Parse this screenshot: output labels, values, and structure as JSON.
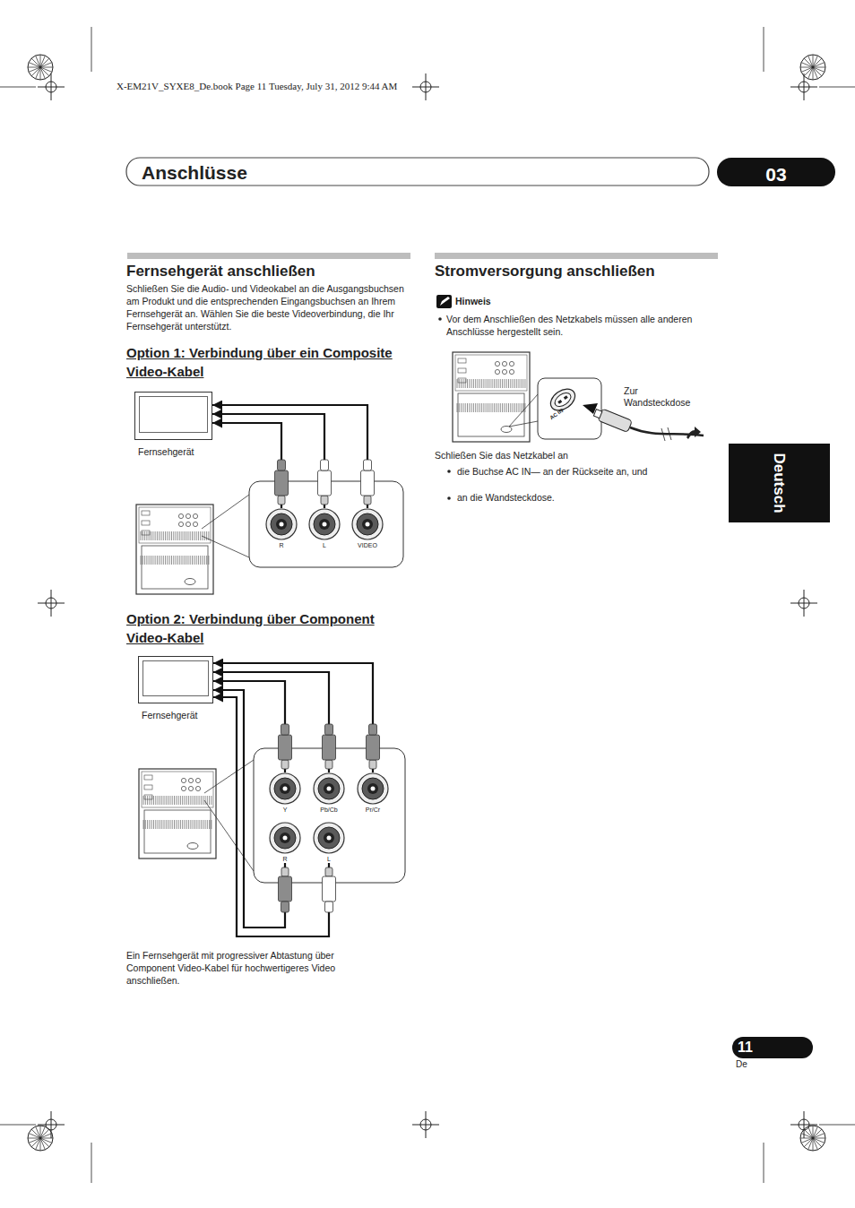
{
  "diagram": {
    "title": "Anschlüsse",
    "nodes": [
      {
        "text": [
          "Fernsehgerät"
        ]
      },
      {
        "text": [
          "R"
        ]
      },
      {
        "text": [
          "L"
        ]
      },
      {
        "text": [
          "VIDEO"
        ]
      },
      {
        "text": [
          "Fernsehgerät"
        ]
      },
      {
        "text": [
          "Y"
        ]
      },
      {
        "text": [
          "Pb/Cb"
        ]
      },
      {
        "text": [
          "Pr/Cr"
        ]
      },
      {
        "text": [
          "R"
        ]
      },
      {
        "text": [
          "L"
        ]
      }
    ],
    "edges": [
      {
        "from": 1,
        "to": 0,
        "arrow": "to"
      },
      {
        "from": 2,
        "to": 0,
        "arrow": "to"
      },
      {
        "from": 3,
        "to": 0,
        "arrow": "to"
      },
      {
        "from": 5,
        "to": 4,
        "arrow": "to"
      },
      {
        "from": 6,
        "to": 4,
        "arrow": "to"
      },
      {
        "from": 7,
        "to": 4,
        "arrow": "to"
      },
      {
        "from": 8,
        "to": 4,
        "arrow": "to"
      },
      {
        "from": 9,
        "to": 4,
        "arrow": "to"
      }
    ],
    "labels": [
      "X-EM21V_SYXE8_De.book Page 11 Tuesday, July 31, 2012 9:44 AM",
      "03",
      "Deutsch",
      "Fernsehgerät anschließen",
      "Schließen Sie die Audio- und Videokabel an die Ausgangsbuchsen am Produkt und die entsprechenden Eingangsbuchsen an Ihrem Fernsehgerät an. Wählen Sie die beste Videoverbindung, die Ihr Fernsehgerät unterstützt.",
      "Option 1: Verbindung über ein Composite Video-Kabel",
      "Option 2: Verbindung über Component Video-Kabel",
      "Ein Fernsehgerät mit progressiver Abtastung über Component Video-Kabel für hochwertigeres Video anschließen.",
      "Stromversorgung anschließen",
      "Hinweis",
      "Vor dem Anschließen des Netzkabels müssen alle anderen Anschlüsse hergestellt sein.",
      "AC IN",
      "Zur Wandsteckdose",
      "Schließen Sie das Netzkabel an",
      "die Buchse AC IN— an der Rückseite an, und",
      "an die Wandsteckdose.",
      "11",
      "De"
    ]
  }
}
